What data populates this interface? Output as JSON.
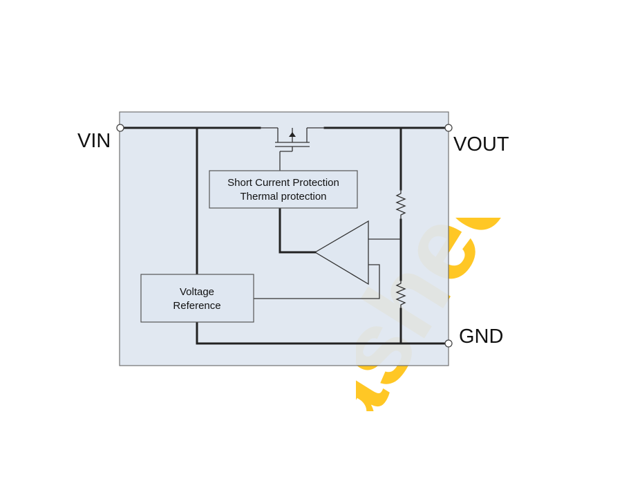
{
  "pins": {
    "vin": "VIN",
    "vout": "VOUT",
    "gnd": "GND"
  },
  "blocks": {
    "protection_line1": "Short Current Protection",
    "protection_line2": "Thermal protection",
    "reference_line1": "Voltage",
    "reference_line2": "Reference"
  },
  "watermark": "ashee",
  "colors": {
    "package_fill": "#dfe7f1",
    "watermark": "#ffc20e"
  }
}
